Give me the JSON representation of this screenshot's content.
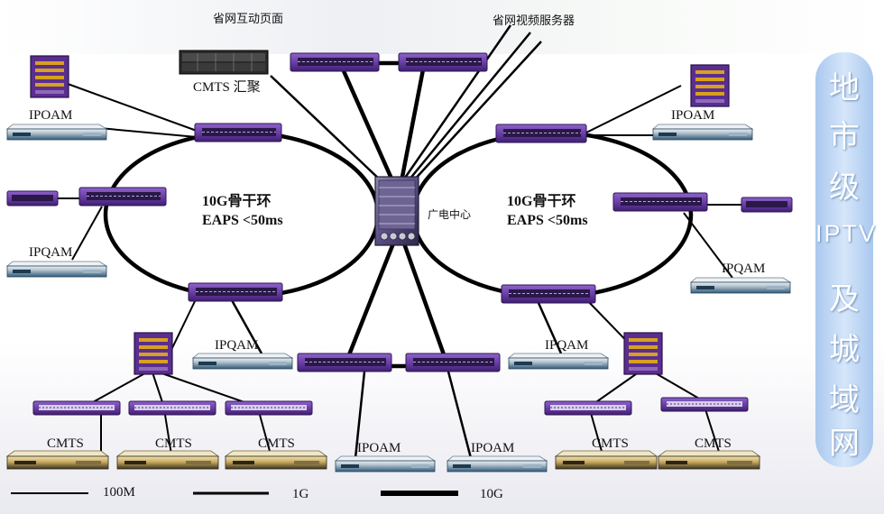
{
  "title_vertical": [
    "地",
    "市",
    "级",
    "IPTV",
    "及",
    "城",
    "域",
    "网"
  ],
  "labels": {
    "top_interactive": "省网互动页面",
    "top_video": "省网视频服务器",
    "cmts_agg": "CMTS 汇聚",
    "center": "广电中心",
    "ipqam": "IPQAM",
    "ipoam": "IPOAM",
    "cmts": "CMTS"
  },
  "rings": {
    "left_line1": "10G骨干环",
    "left_line2": "EAPS <50ms",
    "right_line1": "10G骨干环",
    "right_line2": "EAPS <50ms"
  },
  "legend": {
    "l100m": "100M",
    "l1g": "1G",
    "l10g": "10G"
  },
  "colors": {
    "switch": "#6b3fa8",
    "switch_dark": "#3f1f70",
    "rack": "#5a2e8f",
    "amber": "#d8a020",
    "ipqam_body": "#3c6a88",
    "link": "#000000"
  }
}
